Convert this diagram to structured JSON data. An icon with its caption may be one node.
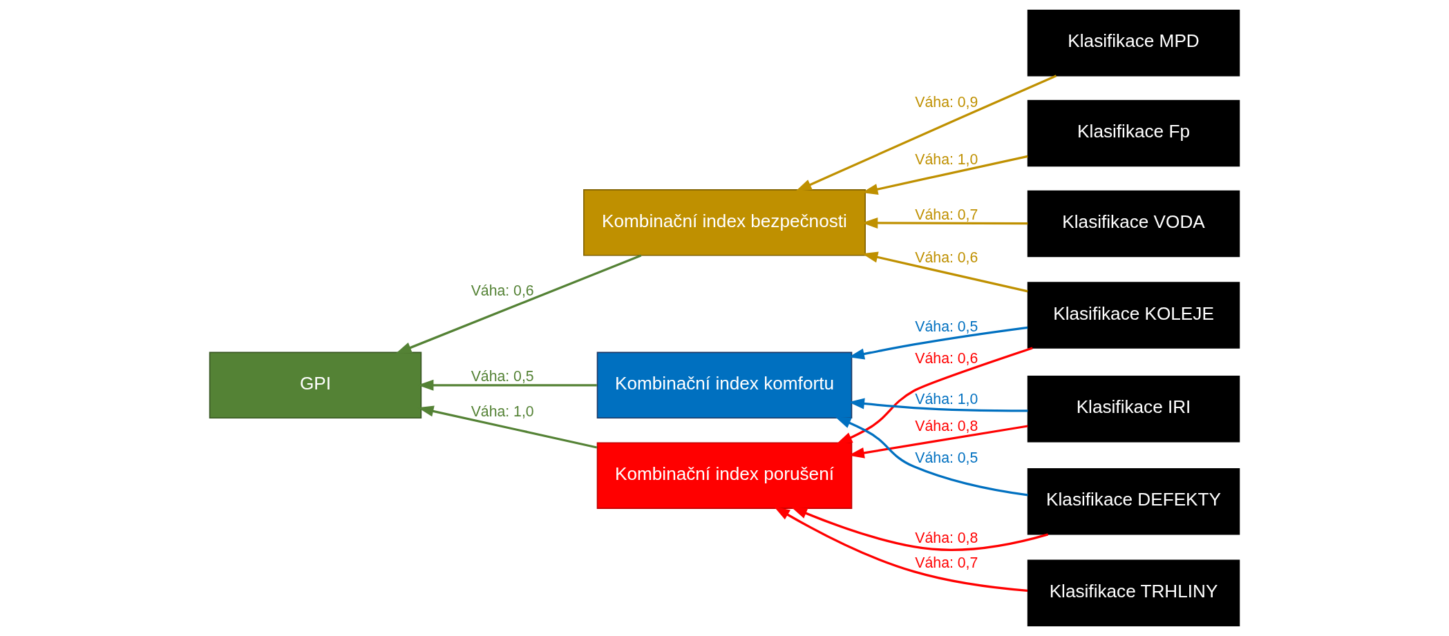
{
  "diagram": {
    "nodes": [
      {
        "text": [
          "GPI"
        ]
      },
      {
        "text": [
          "Kombinační index bezpečnosti"
        ]
      },
      {
        "text": [
          "Kombinační index komfortu"
        ]
      },
      {
        "text": [
          "Kombinační index porušení"
        ]
      },
      {
        "text": [
          "Klasifikace MPD"
        ]
      },
      {
        "text": [
          "Klasifikace Fp"
        ]
      },
      {
        "text": [
          "Klasifikace VODA"
        ]
      },
      {
        "text": [
          "Klasifikace KOLEJE"
        ]
      },
      {
        "text": [
          "Klasifikace IRI"
        ]
      },
      {
        "text": [
          "Klasifikace TRHLINY"
        ]
      },
      {
        "text": [
          "Klasifikace DEFEKTY"
        ]
      }
    ],
    "edges": [
      {
        "from": 1,
        "to": 0,
        "arrow": "to",
        "label": "Váha: 0,6",
        "color": "#548235"
      },
      {
        "from": 2,
        "to": 0,
        "arrow": "to",
        "label": "Váha: 0,5",
        "color": "#548235"
      },
      {
        "from": 3,
        "to": 0,
        "arrow": "to",
        "label": "Váha: 1,0",
        "color": "#548235"
      },
      {
        "from": 4,
        "to": 1,
        "arrow": "to",
        "label": "Váha: 0,9",
        "color": "#bf9000"
      },
      {
        "from": 5,
        "to": 1,
        "arrow": "to",
        "label": "Váha: 1,0",
        "color": "#bf9000"
      },
      {
        "from": 6,
        "to": 1,
        "arrow": "to",
        "label": "Váha: 0,7",
        "color": "#bf9000"
      },
      {
        "from": 7,
        "to": 1,
        "arrow": "to",
        "label": "Váha: 0,6",
        "color": "#bf9000"
      },
      {
        "from": 7,
        "to": 2,
        "arrow": "to",
        "label": "Váha: 0,5",
        "color": "#0070c0"
      },
      {
        "from": 8,
        "to": 2,
        "arrow": "to",
        "label": "Váha: 1,0",
        "color": "#0070c0"
      },
      {
        "from": 10,
        "to": 2,
        "arrow": "to",
        "label": "Váha: 0,5",
        "color": "#0070c0"
      },
      {
        "from": 7,
        "to": 3,
        "arrow": "to",
        "label": "Váha: 0,6",
        "color": "#ff0000"
      },
      {
        "from": 8,
        "to": 3,
        "arrow": "to",
        "label": "Váha: 0,8",
        "color": "#ff0000"
      },
      {
        "from": 9,
        "to": 3,
        "arrow": "to",
        "label": "Váha: 0,7",
        "color": "#ff0000"
      },
      {
        "from": 10,
        "to": 3,
        "arrow": "to",
        "label": "Váha: 0,8",
        "color": "#ff0000"
      }
    ]
  }
}
